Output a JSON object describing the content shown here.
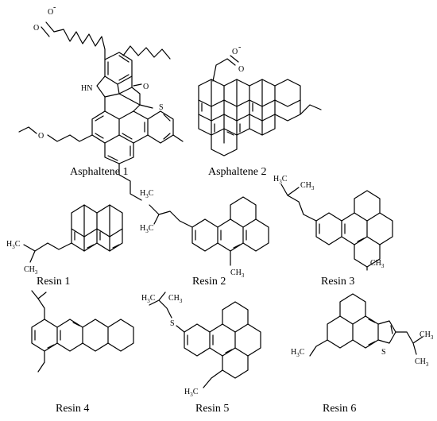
{
  "captions": {
    "asphaltene_1": "Asphaltene 1",
    "asphaltene_2": "Asphaltene 2",
    "resin_1": "Resin 1",
    "resin_2": "Resin 2",
    "resin_3": "Resin 3",
    "resin_4": "Resin 4",
    "resin_5": "Resin 5",
    "resin_6": "Resin 6"
  },
  "atoms": {
    "o": "O",
    "o_minus": "-",
    "nh": "HN",
    "s": "S",
    "h3c": "H",
    "h3c_sub": "3",
    "h3c_c": "C",
    "ch3": "CH",
    "ch3_sub": "3"
  }
}
